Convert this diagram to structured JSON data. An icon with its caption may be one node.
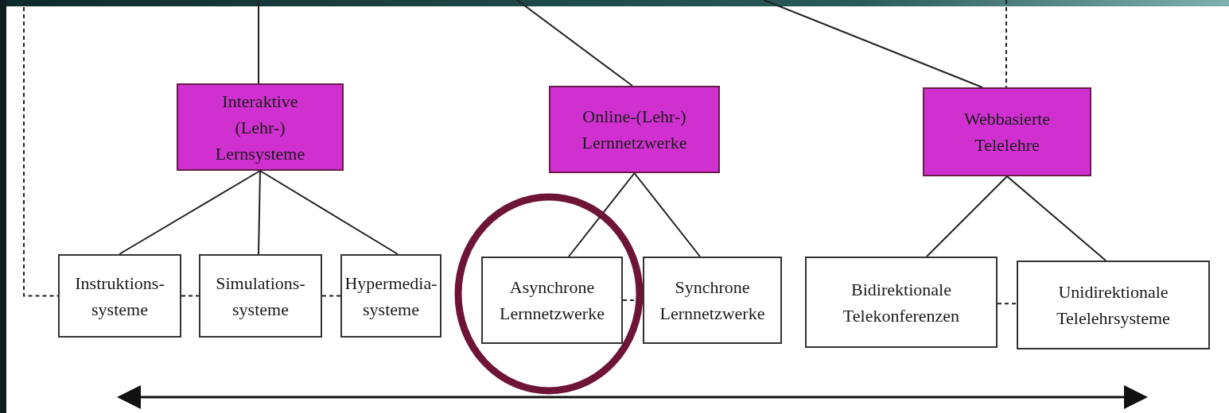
{
  "diagram": {
    "nodes": [
      {
        "text": [
          "Interaktive (Lehr-) Lernsysteme"
        ]
      },
      {
        "text": [
          "Online-(Lehr-) Lernnetzwerke"
        ]
      },
      {
        "text": [
          "Webbasierte Telelehre"
        ]
      },
      {
        "text": [
          "Instruktions- systeme"
        ]
      },
      {
        "text": [
          "Simulations- systeme"
        ]
      },
      {
        "text": [
          "Hypermedia- systeme"
        ]
      },
      {
        "text": [
          "Asynchrone Lernnetzwerke"
        ]
      },
      {
        "text": [
          "Synchrone Lernnetzwerke"
        ]
      },
      {
        "text": [
          "Bidirektionale Telekonferenzen"
        ]
      },
      {
        "text": [
          "Unidirektionale Telelehrsysteme"
        ]
      }
    ],
    "edges": [
      {
        "from": null,
        "to": 0,
        "arrow": "none"
      },
      {
        "from": null,
        "to": 1,
        "arrow": "none"
      },
      {
        "from": null,
        "to": 2,
        "arrow": "none"
      },
      {
        "from": null,
        "to": 3,
        "arrow": "none",
        "style": "dashed"
      },
      {
        "from": null,
        "to": 2,
        "arrow": "none",
        "style": "dashed"
      },
      {
        "from": 0,
        "to": 3,
        "arrow": "none"
      },
      {
        "from": 0,
        "to": 4,
        "arrow": "none"
      },
      {
        "from": 0,
        "to": 5,
        "arrow": "none"
      },
      {
        "from": 1,
        "to": 6,
        "arrow": "none"
      },
      {
        "from": 1,
        "to": 7,
        "arrow": "none"
      },
      {
        "from": 2,
        "to": 8,
        "arrow": "none"
      },
      {
        "from": 2,
        "to": 9,
        "arrow": "none"
      },
      {
        "from": 3,
        "to": 4,
        "arrow": "none",
        "style": "dashed"
      },
      {
        "from": 4,
        "to": 5,
        "arrow": "none",
        "style": "dashed"
      },
      {
        "from": 6,
        "to": 7,
        "arrow": "none",
        "style": "dashed"
      },
      {
        "from": 8,
        "to": 9,
        "arrow": "none",
        "style": "dashed"
      }
    ]
  }
}
